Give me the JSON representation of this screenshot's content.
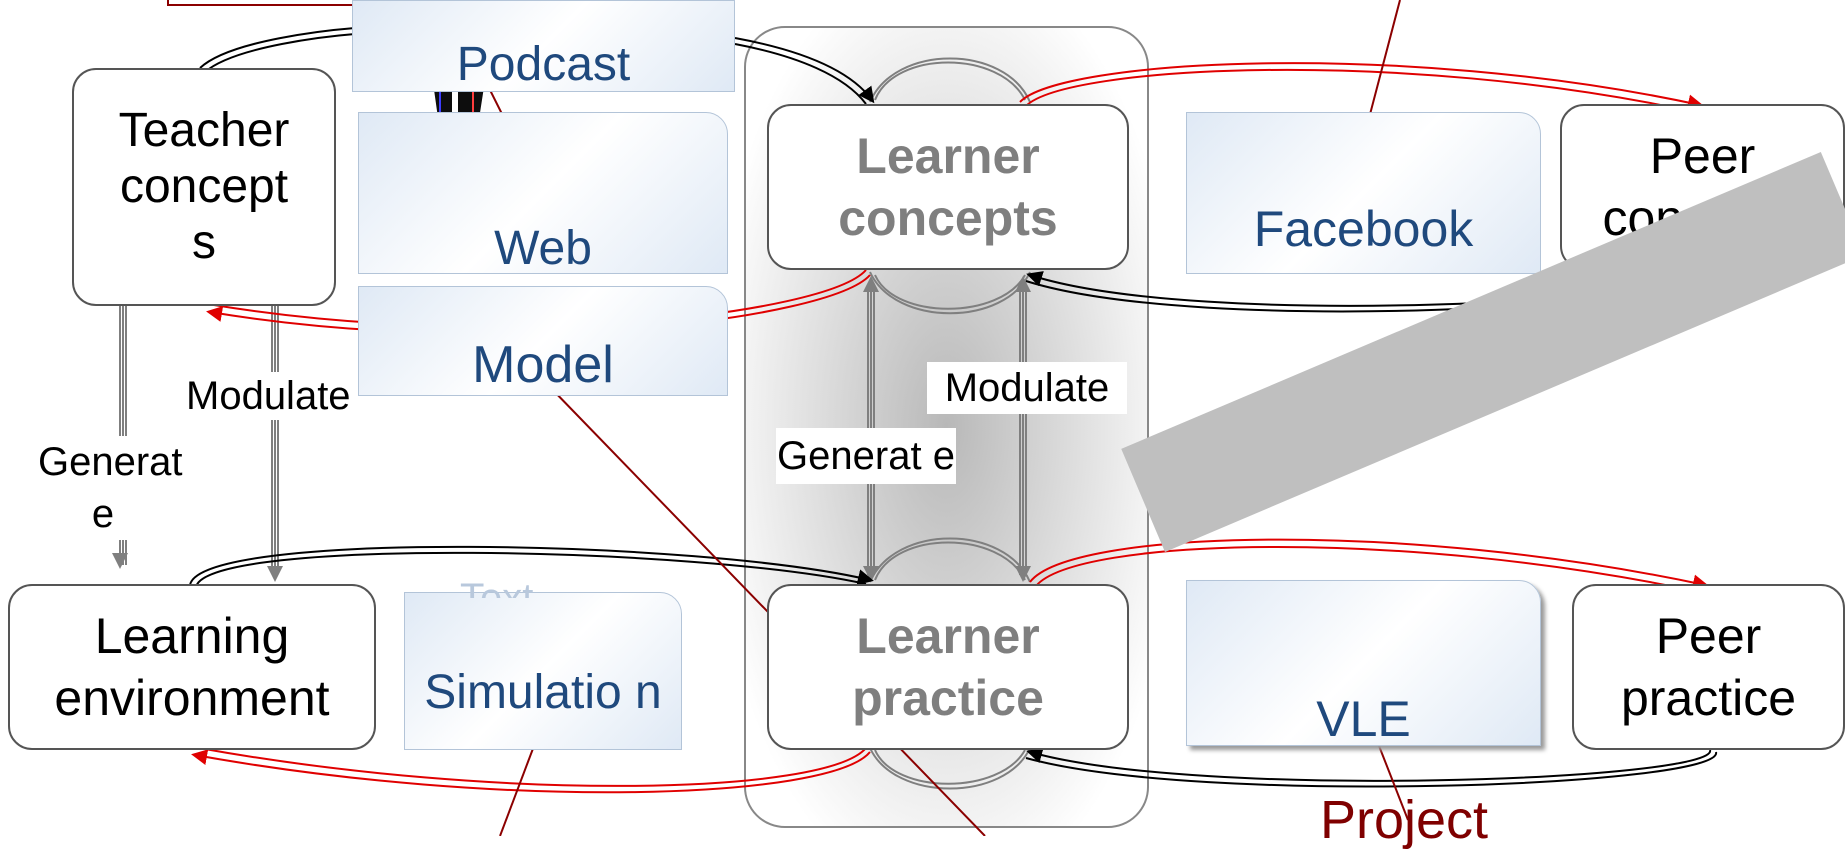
{
  "nodes": {
    "teacher_concepts": "Teacher concept s",
    "learning_environment": "Learning environment",
    "learner_concepts": "Learner concepts",
    "learner_practice": "Learner practice",
    "peer_concepts": "Peer concepts",
    "peer_practice": "Peer practice"
  },
  "media": {
    "podcast": "Podcast",
    "web": "Web",
    "model": "Model",
    "simulation": "Simulatio n",
    "facebook": "Facebook",
    "vle": "VLE",
    "hidden_label": "Text"
  },
  "labels": {
    "generate_left": "Generat e",
    "modulate_left": "Modulate",
    "generate_center": "Generat e",
    "modulate_center": "Modulate",
    "project": "Project"
  },
  "colors": {
    "red_arrow": "#e00000",
    "black_arrow": "#000000",
    "grey_arrow": "#7f7f7f",
    "annotation_line": "#8b0000",
    "media_text": "#1f497d",
    "grey_bar": "#bfbfbf"
  }
}
